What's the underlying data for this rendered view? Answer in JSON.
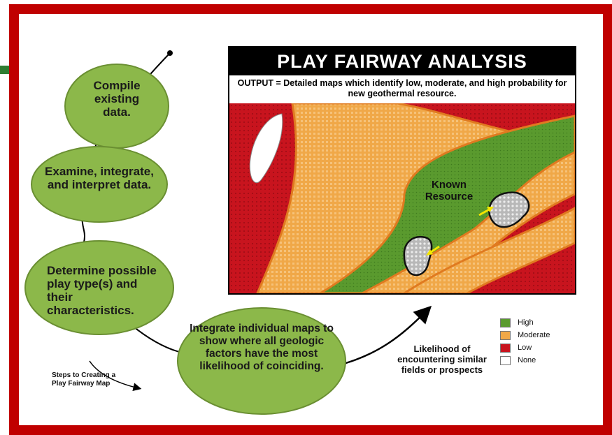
{
  "panel": {
    "title": "PLAY FAIRWAY ANALYSIS",
    "output": "OUTPUT = Detailed maps which identify low, moderate, and high probability for new geothermal resource.",
    "known_resource": "Known Resource"
  },
  "steps": [
    {
      "text": "Compile existing data."
    },
    {
      "text": "Examine, integrate, and interpret data."
    },
    {
      "text": "Determine possible play type(s) and their characteristics."
    },
    {
      "text": "Integrate individual maps to show where all geologic factors have the most likelihood of coinciding."
    }
  ],
  "likelihood": "Likelihood of encountering similar fields or prospects",
  "steps_caption": "Steps to Creating a Play Fairway Map",
  "legend": [
    {
      "label": "High",
      "color": "#5a9a2e"
    },
    {
      "label": "Moderate",
      "color": "#f0a848"
    },
    {
      "label": "Low",
      "color": "#c8141e"
    },
    {
      "label": "None",
      "color": "#ffffff"
    }
  ],
  "colors": {
    "frame": "#c00000",
    "bubble": "#8cb84a",
    "accent_bar": "#2f7d32"
  }
}
